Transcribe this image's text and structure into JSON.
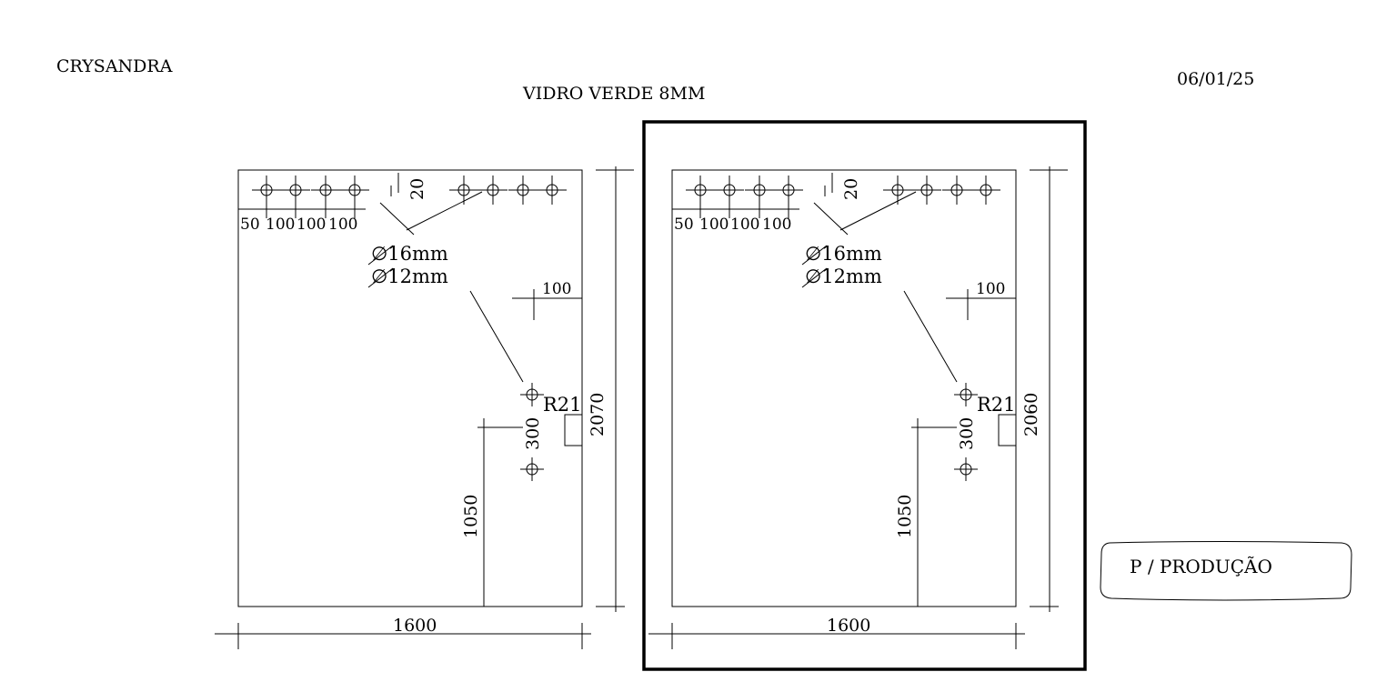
{
  "header": {
    "client_name": "CRYSANDRA",
    "title": "VIDRO VERDE 8MM",
    "date": "06/01/25"
  },
  "panels": [
    {
      "width_label": "1600",
      "height_label": "2070",
      "hole_spacing_labels": [
        "50",
        "100",
        "100",
        "100"
      ],
      "top_offset_label": "20",
      "hole_diameter_labels": [
        "∅16mm",
        "∅12mm"
      ],
      "edge_offset_label": "100",
      "radius_label": "R21",
      "vertical_spacing_label": "300",
      "height_from_floor_label": "1050",
      "highlighted": false
    },
    {
      "width_label": "1600",
      "height_label": "2060",
      "hole_spacing_labels": [
        "50",
        "100",
        "100",
        "100"
      ],
      "top_offset_label": "20",
      "hole_diameter_labels": [
        "∅16mm",
        "∅12mm"
      ],
      "edge_offset_label": "100",
      "radius_label": "R21",
      "vertical_spacing_label": "300",
      "height_from_floor_label": "1050",
      "highlighted": true
    }
  ],
  "stamp": {
    "label": "P / PRODUÇÃO"
  }
}
